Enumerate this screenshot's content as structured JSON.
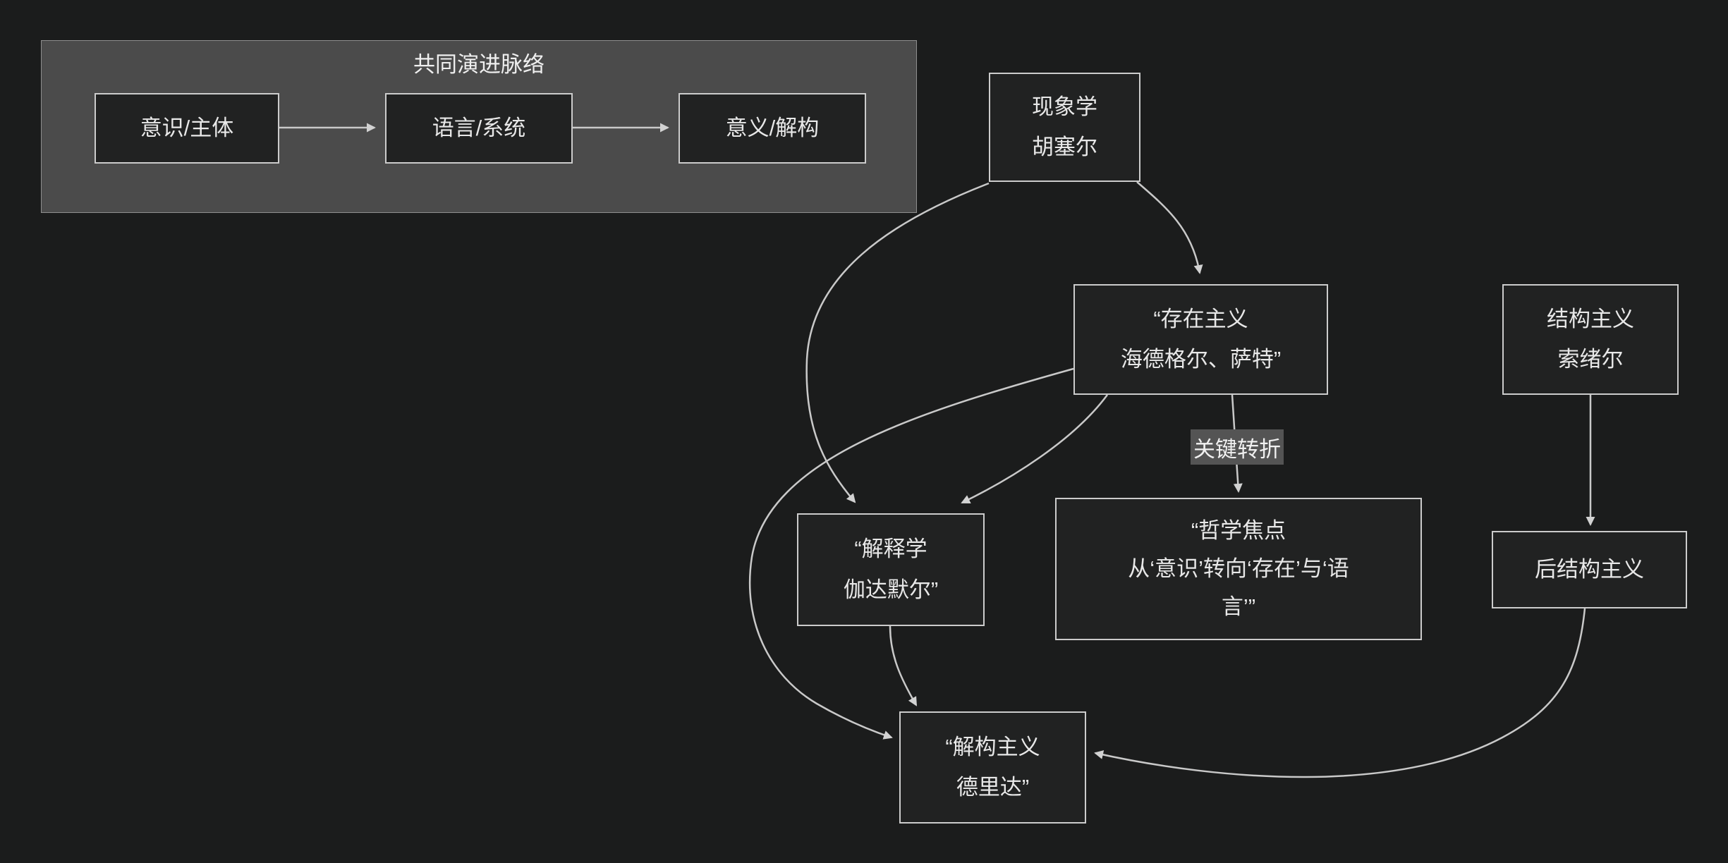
{
  "diagram": {
    "type": "flowchart",
    "colors": {
      "background": "#1b1c1c",
      "node_fill": "#212222",
      "node_border": "#cccccc",
      "edge_stroke": "#c9c9c9",
      "arrowhead_fill": "#d2d2d2",
      "cluster_fill": "#4b4b4b",
      "cluster_border": "#8f8f8f",
      "edge_label_bg": "#545454",
      "text": "#e8e8e8"
    },
    "cluster": {
      "title": "共同演进脉络",
      "nodes": [
        {
          "id": "consciousness-subject",
          "label": "意识/主体"
        },
        {
          "id": "language-system",
          "label": "语言/系统"
        },
        {
          "id": "meaning-deconstruction",
          "label": "意义/解构"
        }
      ]
    },
    "nodes": {
      "phenomenology": {
        "lines": [
          "现象学",
          "胡塞尔"
        ]
      },
      "existentialism": {
        "lines": [
          "“存在主义",
          "海德格尔、萨特”"
        ]
      },
      "structuralism": {
        "lines": [
          "结构主义",
          "索绪尔"
        ]
      },
      "hermeneutics": {
        "lines": [
          "“解释学",
          "伽达默尔”"
        ]
      },
      "focus": {
        "lines": [
          "“哲学焦点",
          "从‘意识’转向‘存在’与‘语",
          "言’”"
        ]
      },
      "post_structuralism": {
        "lines": [
          "后结构主义"
        ]
      },
      "deconstruction": {
        "lines": [
          "“解构主义",
          "德里达”"
        ]
      }
    },
    "edge_label": "关键转折",
    "edges": [
      "consciousness-subject -> language-system",
      "language-system -> meaning-deconstruction",
      "phenomenology -> existentialism",
      "phenomenology -> hermeneutics",
      "existentialism -> hermeneutics",
      "existentialism -> focus (关键转折)",
      "existentialism -> deconstruction",
      "hermeneutics -> deconstruction",
      "structuralism -> post_structuralism",
      "post_structuralism -> deconstruction"
    ]
  }
}
